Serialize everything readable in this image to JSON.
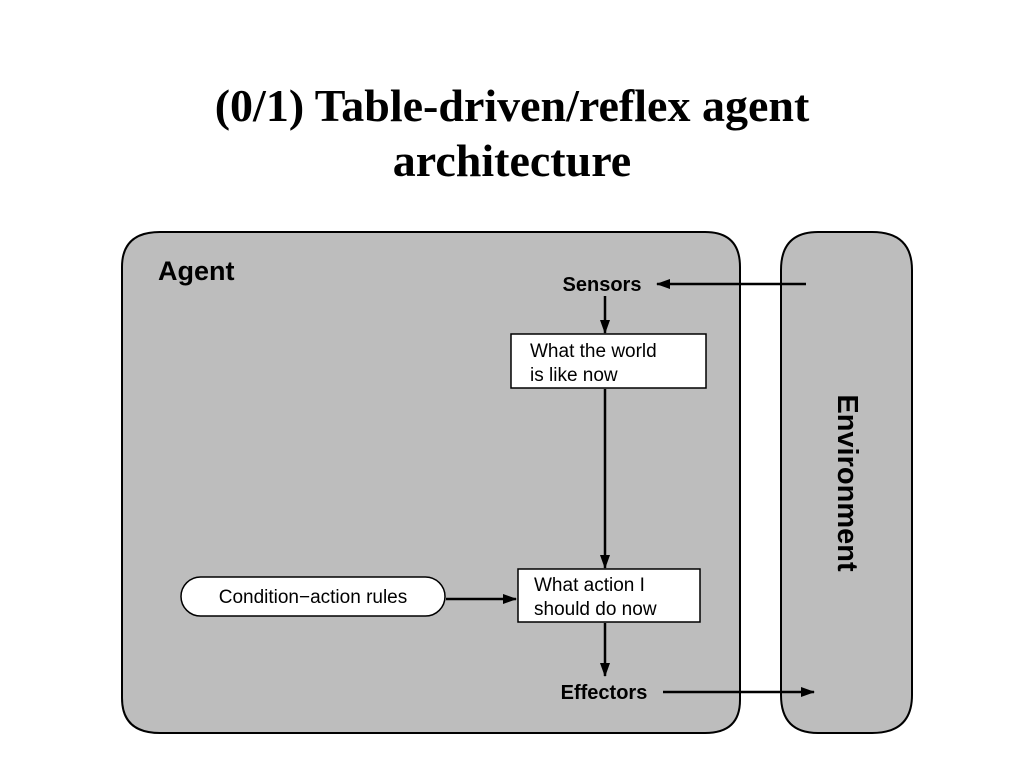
{
  "slide": {
    "title_line1": "(0/1) Table-driven/reflex agent",
    "title_line2": "architecture"
  },
  "diagram": {
    "agent_label": "Agent",
    "environment_label": "Environment",
    "sensors_label": "Sensors",
    "effectors_label": "Effectors",
    "world_box": {
      "line1": "What the world",
      "line2": "is like now"
    },
    "action_box": {
      "line1": "What action I",
      "line2": "should do now"
    },
    "rules_label": "Condition−action rules",
    "colors": {
      "panel_fill": "#bdbdbd",
      "box_fill": "#ffffff",
      "stroke": "#000000"
    }
  }
}
